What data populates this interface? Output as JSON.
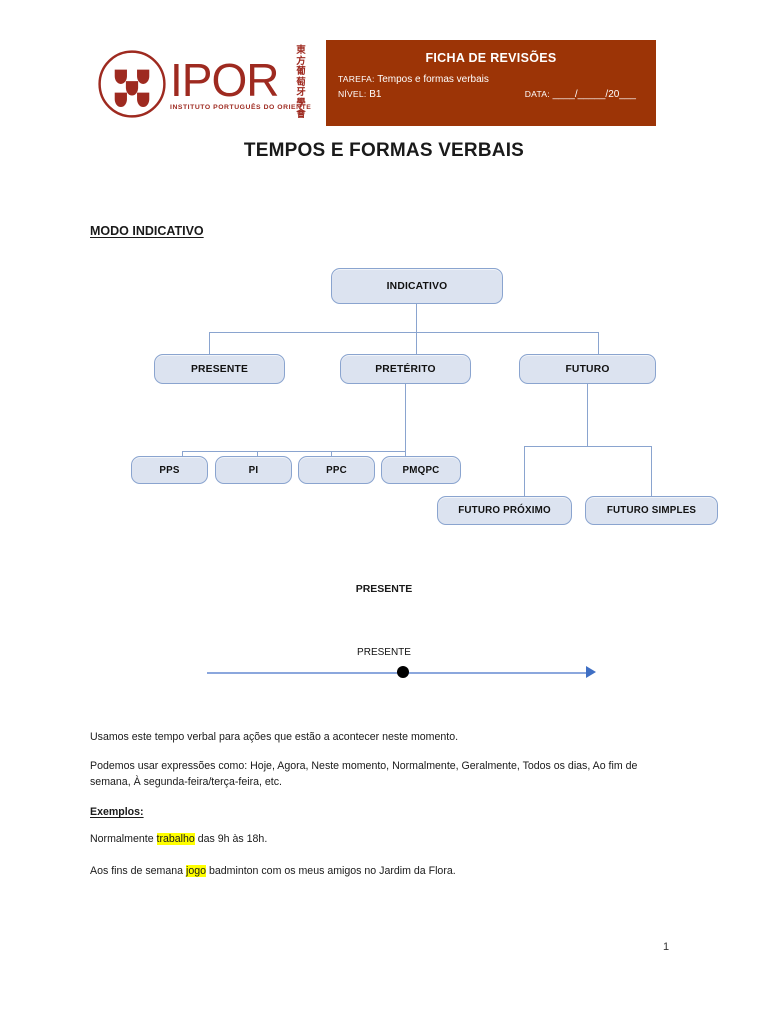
{
  "header": {
    "logo": {
      "wordmark": "IPOR",
      "subtitle": "INSTITUTO PORTUGUÊS DO ORIENTE",
      "cjk": "東方葡萄牙學會",
      "icon": "ipor-quinas-logo"
    },
    "ficha": {
      "title": "FICHA DE REVISÕES",
      "tarefa_label": "TAREFA:",
      "tarefa_value": "Tempos e formas verbais",
      "nivel_label": "NÍVEL:",
      "nivel_value": "B1",
      "data_label": "DATA:",
      "data_value": "____/_____/20___",
      "bg_color": "#9c3406",
      "text_color": "#ffffff"
    }
  },
  "document": {
    "title": "TEMPOS E FORMAS VERBAIS",
    "section_heading": "MODO INDICATIVO",
    "page_number": "1"
  },
  "flowchart": {
    "root": "INDICATIVO",
    "level2": [
      "PRESENTE",
      "PRETÉRITO",
      "FUTURO"
    ],
    "preterito_children": [
      "PPS",
      "PI",
      "PPC",
      "PMQPC"
    ],
    "futuro_children": [
      "FUTURO PRÓXIMO",
      "FUTURO SIMPLES"
    ],
    "node_fill": "#dce3f0",
    "node_border": "#8aa4cf",
    "connector_color": "#8aa4cf"
  },
  "timeline": {
    "heading": "PRESENTE",
    "point_label": "PRESENTE",
    "line_color": "#8ba7dd",
    "arrow_color": "#3f6fc4",
    "dot_color": "#000000"
  },
  "content": {
    "paragraph_1": "Usamos este tempo verbal para ações que estão a acontecer neste momento.",
    "paragraph_2": "Podemos usar expressões como: Hoje, Agora, Neste momento, Normalmente, Geralmente, Todos os dias, Ao fim de semana, À segunda-feira/terça-feira, etc.",
    "examples_label": "Exemplos:",
    "example_1": {
      "before": "Normalmente ",
      "highlight": "trabalho",
      "after": " das 9h às 18h."
    },
    "example_2": {
      "before": "Aos fins de semana ",
      "highlight": "jogo",
      "after": " badminton com os meus amigos no Jardim da Flora."
    },
    "highlight_color": "#ffff00"
  }
}
